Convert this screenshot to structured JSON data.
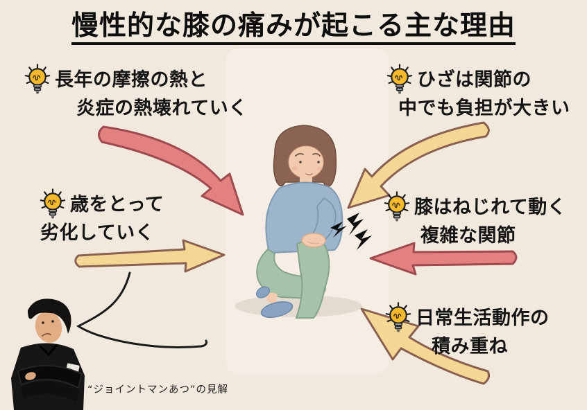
{
  "title": "慢性的な膝の痛みが起こる主な理由",
  "notes": [
    {
      "id": "friction-heat",
      "line1": "長年の摩擦の熱と",
      "line2": "炎症の熱壊れていく"
    },
    {
      "id": "joint-burden",
      "line1": "ひざは関節の",
      "line2": "中でも負担が大きい"
    },
    {
      "id": "aging",
      "line1": "歳をとって",
      "line2": "劣化していく"
    },
    {
      "id": "twisting-joint",
      "line1": "膝はねじれて動く",
      "line2": "複雑な関節"
    },
    {
      "id": "daily-motion",
      "line1": "日常生活動作の",
      "line2": "積み重ね"
    }
  ],
  "caption": "“ジョイントマンあつ”の見解",
  "icons": {
    "lightbulb": "lightbulb-icon",
    "pain_flash": "pain-flash-icon"
  },
  "colors": {
    "background": "#f2e9de",
    "title_text": "#0e0e0e",
    "red_arrow_fill": "#e28180",
    "red_arrow_outline": "#9e4a4e",
    "yellow_arrow_fill": "#f5d795",
    "yellow_arrow_outline": "#8a6050",
    "bulb_yellow": "#f7b92c",
    "sweater_blue": "#9cb5cc",
    "pants_green": "#a6c2a9",
    "hair_brown": "#8a6353"
  }
}
